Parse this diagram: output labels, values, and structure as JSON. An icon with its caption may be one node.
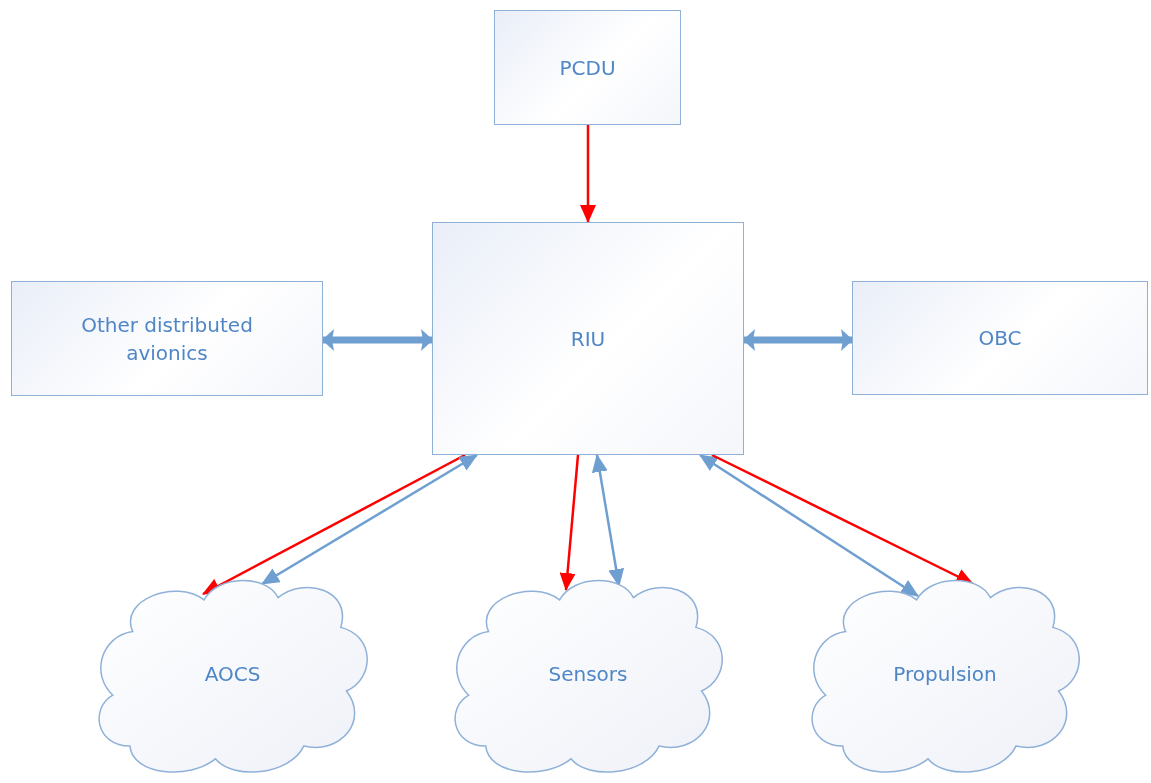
{
  "diagram": {
    "nodes": [
      {
        "text": [
          "PCDU"
        ]
      },
      {
        "text": [
          "Other distributed avionics"
        ]
      },
      {
        "text": [
          "RIU"
        ]
      },
      {
        "text": [
          "OBC"
        ]
      },
      {
        "text": [
          "AOCS"
        ]
      },
      {
        "text": [
          "Sensors"
        ]
      },
      {
        "text": [
          "Propulsion"
        ]
      }
    ],
    "edges": [
      {
        "from": 0,
        "to": 2,
        "arrow": "to",
        "color": "#ff0000"
      },
      {
        "from": 1,
        "to": 2,
        "arrow": "both",
        "style": "thick"
      },
      {
        "from": 2,
        "to": 3,
        "arrow": "both",
        "style": "thick"
      },
      {
        "from": 2,
        "to": 4,
        "arrow": "to",
        "color": "#ff0000"
      },
      {
        "from": 4,
        "to": 2,
        "arrow": "both"
      },
      {
        "from": 2,
        "to": 5,
        "arrow": "to",
        "color": "#ff0000"
      },
      {
        "from": 5,
        "to": 2,
        "arrow": "both"
      },
      {
        "from": 2,
        "to": 6,
        "arrow": "both"
      },
      {
        "from": 2,
        "to": 6,
        "arrow": "to",
        "color": "#ff0000"
      }
    ]
  }
}
